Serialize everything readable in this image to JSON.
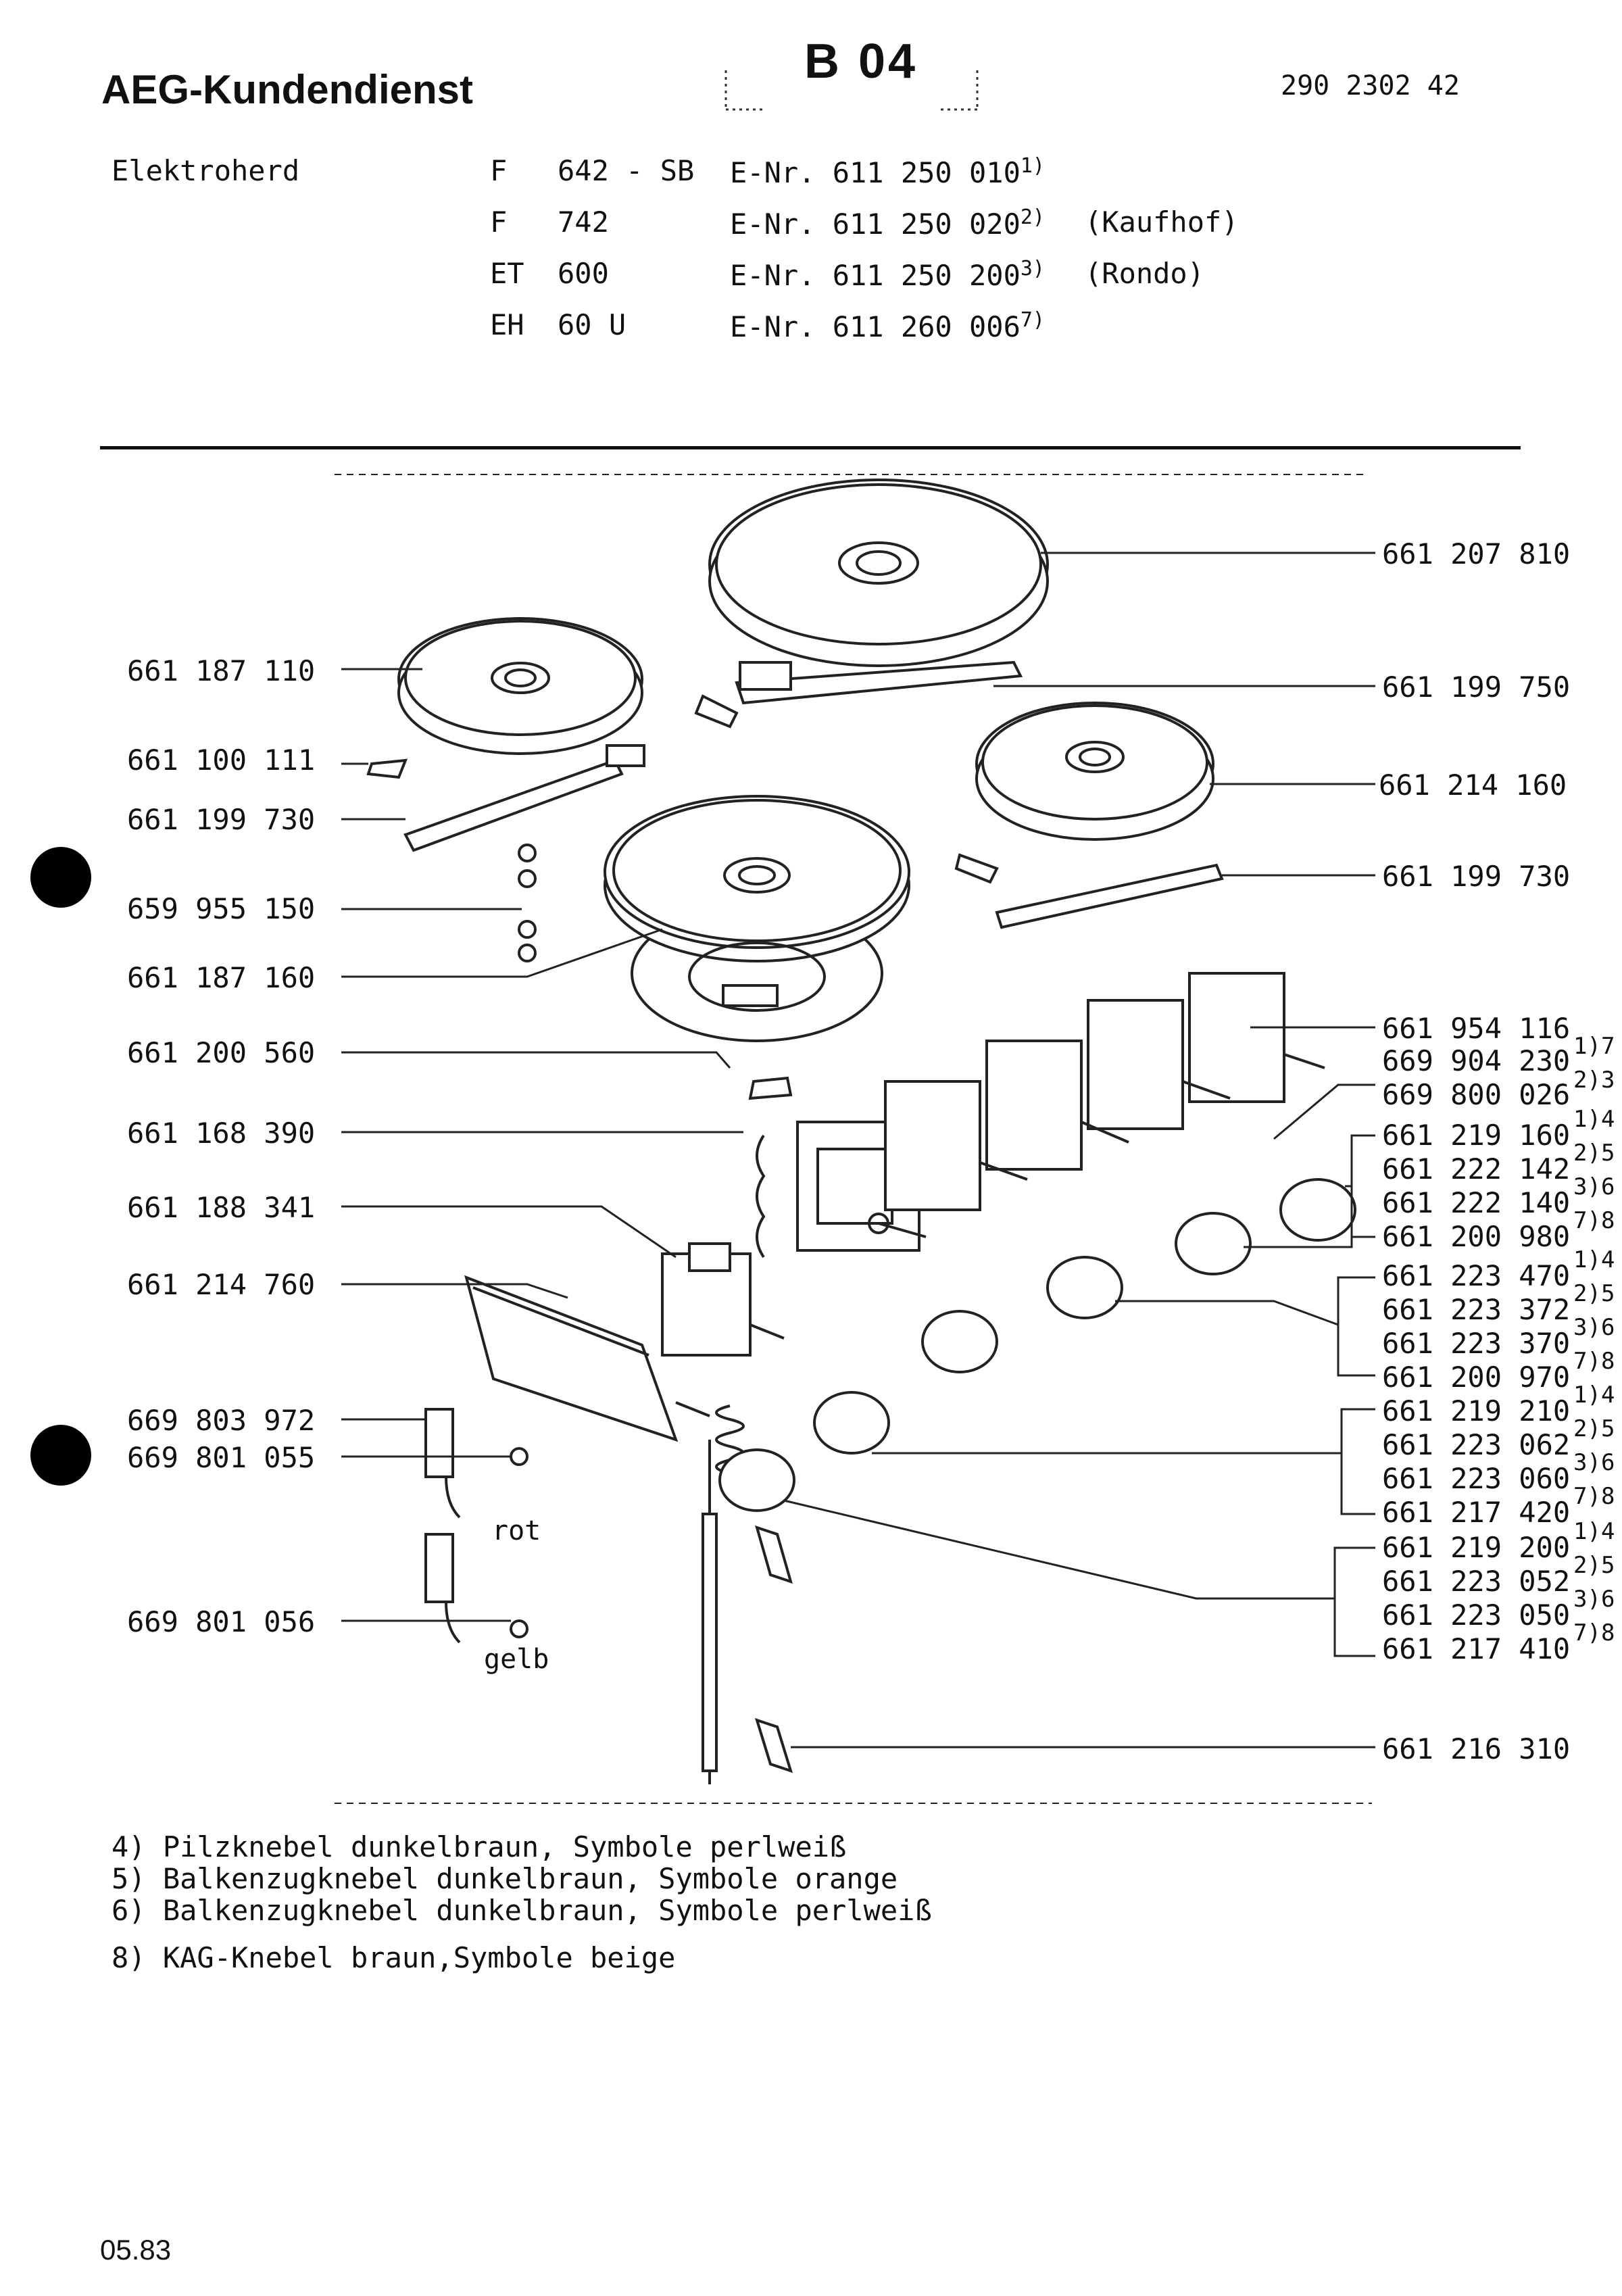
{
  "header": {
    "service_title": "AEG-Kundendienst",
    "page_code": "B 04",
    "doc_number": "290 2302 42"
  },
  "appliance": {
    "label": "Elektroherd",
    "models": [
      {
        "prefix": "F",
        "model": "642 - SB",
        "enr": "E-Nr. 611 250 010",
        "note": "1)",
        "extra": ""
      },
      {
        "prefix": "F",
        "model": "742",
        "enr": "E-Nr. 611 250 020",
        "note": "2)",
        "extra": "(Kaufhof)"
      },
      {
        "prefix": "ET",
        "model": "600",
        "enr": "E-Nr. 611 250 200",
        "note": "3)",
        "extra": "(Rondo)"
      },
      {
        "prefix": "EH",
        "model": "60 U",
        "enr": "E-Nr. 611 260 006",
        "note": "7)",
        "extra": ""
      }
    ]
  },
  "parts_left": [
    "661 187 110",
    "661 100 111",
    "661 199 730",
    "659 955 150",
    "661 187 160",
    "661 200 560",
    "661 168 390",
    "661 188 341",
    "661 214 760",
    "669 803 972",
    "669 801 055",
    "669 801 056"
  ],
  "wire_labels": [
    "rot",
    "gelb"
  ],
  "parts_right_single": [
    "661 207 810",
    "661 199 750",
    "661 214 160",
    "661 199 730",
    "661 216 310"
  ],
  "switch_group": [
    {
      "pn": "661 954 116",
      "note": ""
    },
    {
      "pn": "669 904 230",
      "note": "1)7"
    },
    {
      "pn": "669 800 026",
      "note": "2)3"
    }
  ],
  "knob_groups": [
    [
      {
        "pn": "661 219 160",
        "note": "1)4"
      },
      {
        "pn": "661 222 142",
        "note": "2)5"
      },
      {
        "pn": "661 222 140",
        "note": "3)6"
      },
      {
        "pn": "661 200 980",
        "note": "7)8"
      }
    ],
    [
      {
        "pn": "661 223 470",
        "note": "1)4"
      },
      {
        "pn": "661 223 372",
        "note": "2)5"
      },
      {
        "pn": "661 223 370",
        "note": "3)6"
      },
      {
        "pn": "661 200 970",
        "note": "7)8"
      }
    ],
    [
      {
        "pn": "661 219 210",
        "note": "1)4"
      },
      {
        "pn": "661 223 062",
        "note": "2)5"
      },
      {
        "pn": "661 223 060",
        "note": "3)6"
      },
      {
        "pn": "661 217 420",
        "note": "7)8"
      }
    ],
    [
      {
        "pn": "661 219 200",
        "note": "1)4"
      },
      {
        "pn": "661 223 052",
        "note": "2)5"
      },
      {
        "pn": "661 223 050",
        "note": "3)6"
      },
      {
        "pn": "661 217 410",
        "note": "7)8"
      }
    ]
  ],
  "footnotes": [
    "4) Pilzknebel dunkelbraun, Symbole perlweiß",
    "5) Balkenzugknebel dunkelbraun, Symbole orange",
    "6) Balkenzugknebel dunkelbraun, Symbole perlweiß",
    "8) KAG-Knebel braun,Symbole beige"
  ],
  "footer": {
    "date": "05.83"
  }
}
